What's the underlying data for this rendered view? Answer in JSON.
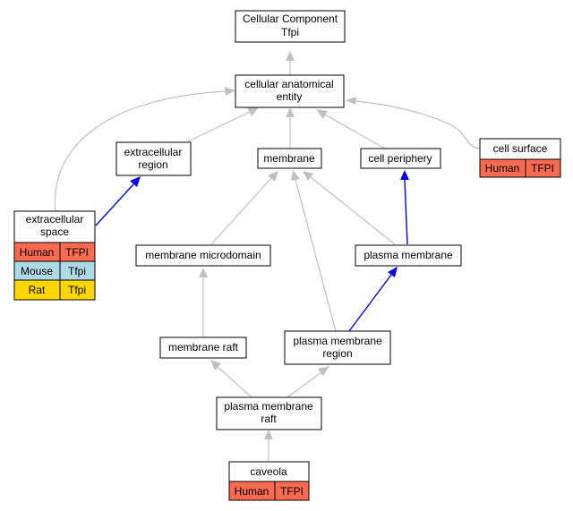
{
  "colors": {
    "human": "#fa6a50",
    "mouse": "#add8e6",
    "rat": "#ffd700",
    "is_a_edge": "#c0c0c0",
    "part_of_edge": "#0000ee"
  },
  "nodes": {
    "root": {
      "lines": [
        "Cellular Component",
        "Tfpi"
      ]
    },
    "cae": {
      "lines": [
        "cellular anatomical",
        "entity"
      ]
    },
    "extracellular_region": {
      "lines": [
        "extracellular",
        "region"
      ]
    },
    "membrane": {
      "lines": [
        "membrane"
      ]
    },
    "cell_periphery": {
      "lines": [
        "cell periphery"
      ]
    },
    "cell_surface": {
      "lines": [
        "cell surface"
      ],
      "annotations": [
        {
          "species": "Human",
          "gene": "TFPI"
        }
      ]
    },
    "extracellular_space": {
      "lines": [
        "extracellular",
        "space"
      ],
      "annotations": [
        {
          "species": "Human",
          "gene": "TFPI"
        },
        {
          "species": "Mouse",
          "gene": "Tfpi"
        },
        {
          "species": "Rat",
          "gene": "Tfpi"
        }
      ]
    },
    "membrane_microdomain": {
      "lines": [
        "membrane microdomain"
      ]
    },
    "plasma_membrane": {
      "lines": [
        "plasma membrane"
      ]
    },
    "membrane_raft": {
      "lines": [
        "membrane raft"
      ]
    },
    "plasma_membrane_region": {
      "lines": [
        "plasma membrane",
        "region"
      ]
    },
    "plasma_membrane_raft": {
      "lines": [
        "plasma membrane",
        "raft"
      ]
    },
    "caveola": {
      "lines": [
        "caveola"
      ],
      "annotations": [
        {
          "species": "Human",
          "gene": "TFPI"
        }
      ]
    }
  }
}
